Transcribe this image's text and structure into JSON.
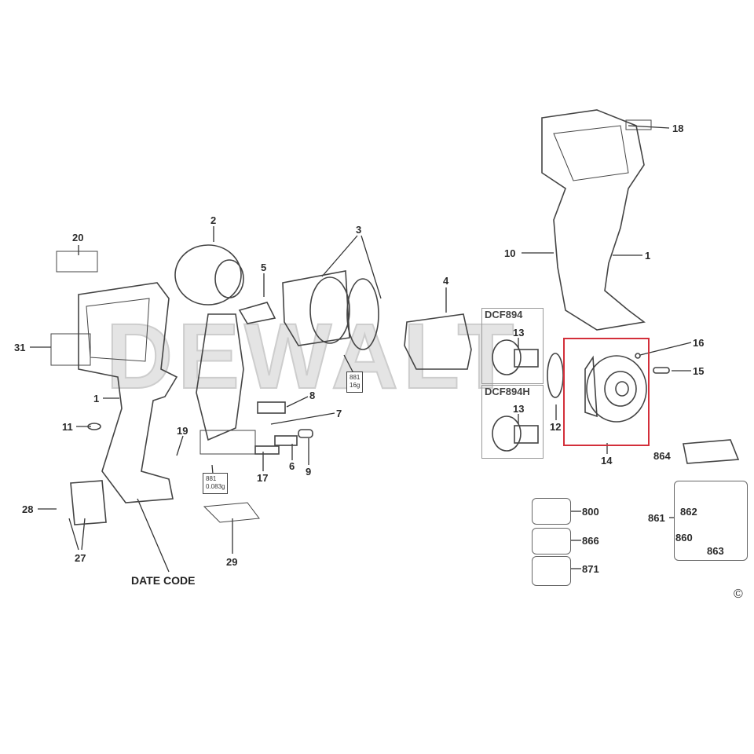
{
  "diagram": {
    "watermark": "DEWALT",
    "callouts": [
      "18",
      "1",
      "10",
      "2",
      "3",
      "5",
      "4",
      "20",
      "31",
      "1",
      "11",
      "8",
      "7",
      "19",
      "17",
      "6",
      "9",
      "13",
      "13",
      "12",
      "14",
      "16",
      "15",
      "864",
      "800",
      "866",
      "871",
      "861",
      "862",
      "860",
      "863",
      "28",
      "27",
      "29"
    ],
    "models": [
      "DCF894",
      "DCF894H"
    ],
    "tags": [
      {
        "code": "881",
        "weight": "16g"
      },
      {
        "code": "881",
        "weight": "0.083g"
      }
    ],
    "date_code": "DATE CODE",
    "copyright": "©",
    "highlight_color": "#d32f3a",
    "highlighted_part": "14"
  }
}
